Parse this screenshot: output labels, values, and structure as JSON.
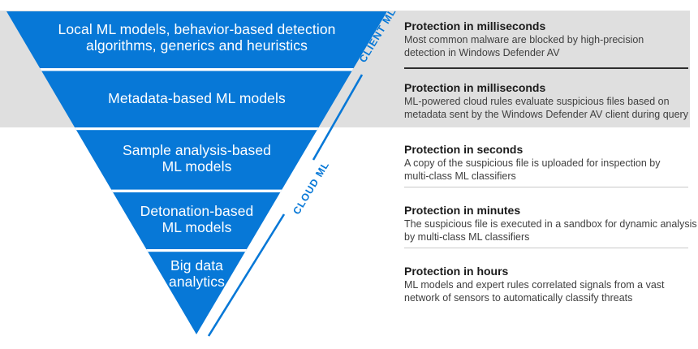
{
  "colors": {
    "funnel_blue": "#0778d7",
    "band_gray": "#dfdfdf",
    "dark_divider": "#2e2e2e",
    "light_divider": "#c9c9c9"
  },
  "funnel": {
    "side_labels": {
      "client": "CLIENT ML",
      "cloud": "CLOUD ML"
    },
    "layers": [
      {
        "lines": [
          "Local ML models, behavior-based detection",
          "algorithms, generics and heuristics"
        ]
      },
      {
        "lines": [
          "Metadata-based ML models"
        ]
      },
      {
        "lines": [
          "Sample analysis-based",
          "ML models"
        ]
      },
      {
        "lines": [
          "Detonation-based",
          "ML models"
        ]
      },
      {
        "lines": [
          "Big data",
          "analytics"
        ]
      }
    ]
  },
  "details": [
    {
      "title": "Protection in milliseconds",
      "lines": [
        "Most common malware are blocked by high-precision",
        "detection in Windows Defender AV"
      ]
    },
    {
      "title": "Protection in milliseconds",
      "lines": [
        "ML-powered cloud rules evaluate suspicious files based on",
        "metadata sent by the Windows Defender AV client during query"
      ]
    },
    {
      "title": "Protection in seconds",
      "lines": [
        "A copy of the suspicious file is uploaded for inspection by",
        "multi-class ML classifiers"
      ]
    },
    {
      "title": "Protection in minutes",
      "lines": [
        "The suspicious file is executed in a sandbox for dynamic analysis",
        "by multi-class ML classifiers"
      ]
    },
    {
      "title": "Protection in hours",
      "lines": [
        "ML models and expert rules correlated signals from a vast",
        "network of sensors to automatically classify threats"
      ]
    }
  ]
}
